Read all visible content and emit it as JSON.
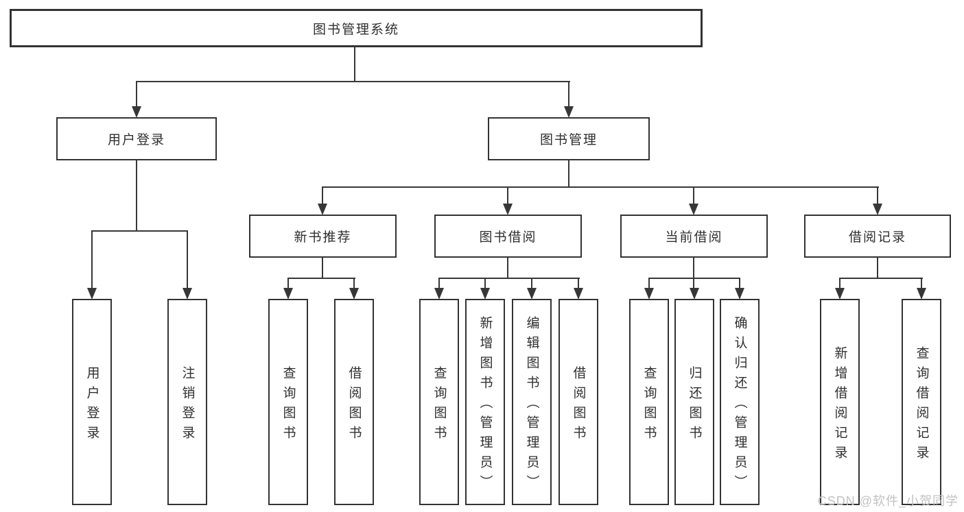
{
  "tree": {
    "label": "图书管理系统",
    "children": [
      {
        "label": "用户登录",
        "children": [
          {
            "label": "用户登录"
          },
          {
            "label": "注销登录"
          }
        ]
      },
      {
        "label": "图书管理",
        "children": [
          {
            "label": "新书推荐",
            "children": [
              {
                "label": "查询图书"
              },
              {
                "label": "借阅图书"
              }
            ]
          },
          {
            "label": "图书借阅",
            "children": [
              {
                "label": "查询图书"
              },
              {
                "label": "新增图书（管理员）"
              },
              {
                "label": "编辑图书（管理员）"
              },
              {
                "label": "借阅图书"
              }
            ]
          },
          {
            "label": "当前借阅",
            "children": [
              {
                "label": "查询图书"
              },
              {
                "label": "归还图书"
              },
              {
                "label": "确认归还（管理员）"
              }
            ]
          },
          {
            "label": "借阅记录",
            "children": [
              {
                "label": "新增借阅记录"
              },
              {
                "label": "查询借阅记录"
              }
            ]
          }
        ]
      }
    ]
  },
  "watermark": {
    "text": "CSDN @软件_小贺同学"
  },
  "colors": {
    "background": "#ffffff",
    "box_border": "#333333",
    "line": "#373737",
    "text": "#2f2f2f",
    "watermark": "#c2c2c2"
  }
}
